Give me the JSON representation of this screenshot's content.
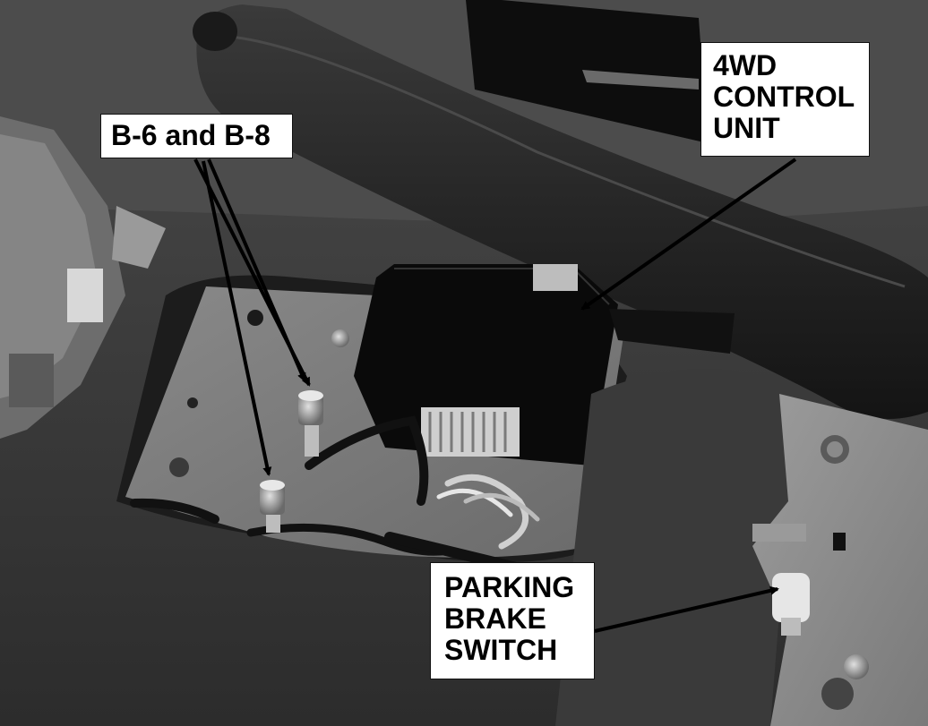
{
  "callouts": {
    "b6_b8": "B-6 and B-8",
    "control_unit": [
      "4WD",
      "CONTROL",
      "UNIT"
    ],
    "parking_brake_switch": [
      "PARKING",
      "BRAKE",
      "SWITCH"
    ]
  },
  "colors": {
    "label_background": "#ffffff",
    "label_text": "#000000",
    "arrow": "#000000"
  }
}
